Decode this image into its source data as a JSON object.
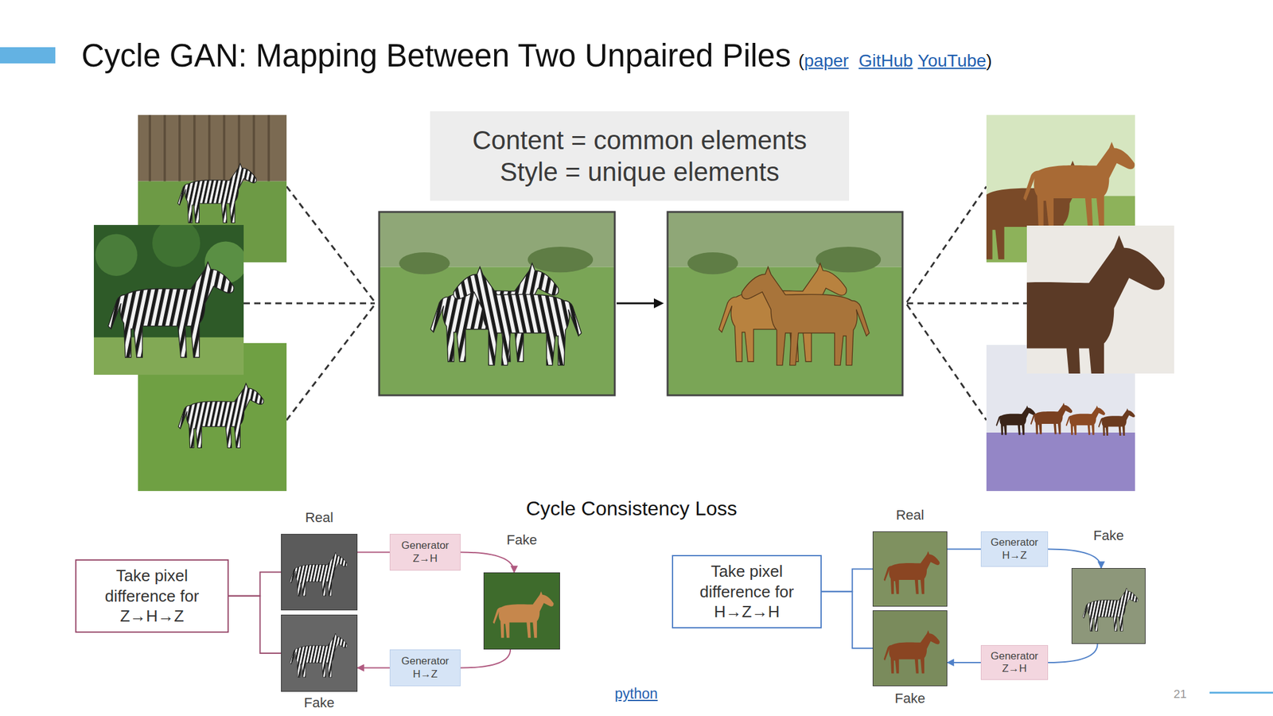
{
  "diagram": {
    "title": "Cycle GAN: Mapping Between Two Unpaired Piles",
    "nodes": [
      {
        "text": [
          "Content = common elements",
          "Style = unique elements"
        ]
      },
      {
        "text": [
          "Take pixel difference for Z→H→Z"
        ]
      },
      {
        "text": [
          "Real"
        ]
      },
      {
        "text": [
          "Generator Z→H"
        ]
      },
      {
        "text": [
          "Fake"
        ]
      },
      {
        "text": [
          "Generator H→Z"
        ]
      },
      {
        "text": [
          "Fake"
        ]
      },
      {
        "text": [
          "Take pixel difference for H→Z→H"
        ]
      },
      {
        "text": [
          "Real"
        ]
      },
      {
        "text": [
          "Generator H→Z"
        ]
      },
      {
        "text": [
          "Fake"
        ]
      },
      {
        "text": [
          "Generator Z→H"
        ]
      },
      {
        "text": [
          "Fake"
        ]
      }
    ],
    "edges": [
      {
        "from": 2,
        "to": 3,
        "arrow": "none"
      },
      {
        "from": 3,
        "to": 4,
        "arrow": "to"
      },
      {
        "from": 4,
        "to": 5,
        "arrow": "none"
      },
      {
        "from": 5,
        "to": 6,
        "arrow": "to"
      },
      {
        "from": 1,
        "to": 2,
        "arrow": "none"
      },
      {
        "from": 1,
        "to": 6,
        "arrow": "none"
      },
      {
        "from": 8,
        "to": 9,
        "arrow": "none"
      },
      {
        "from": 9,
        "to": 10,
        "arrow": "to"
      },
      {
        "from": 10,
        "to": 11,
        "arrow": "none"
      },
      {
        "from": 11,
        "to": 12,
        "arrow": "to"
      },
      {
        "from": 7,
        "to": 8,
        "arrow": "none"
      },
      {
        "from": 7,
        "to": 12,
        "arrow": "none"
      }
    ],
    "labels": [
      "(",
      "paper",
      "GitHub",
      "YouTube",
      ")",
      "Cycle Consistency Loss",
      "python",
      "21"
    ]
  }
}
